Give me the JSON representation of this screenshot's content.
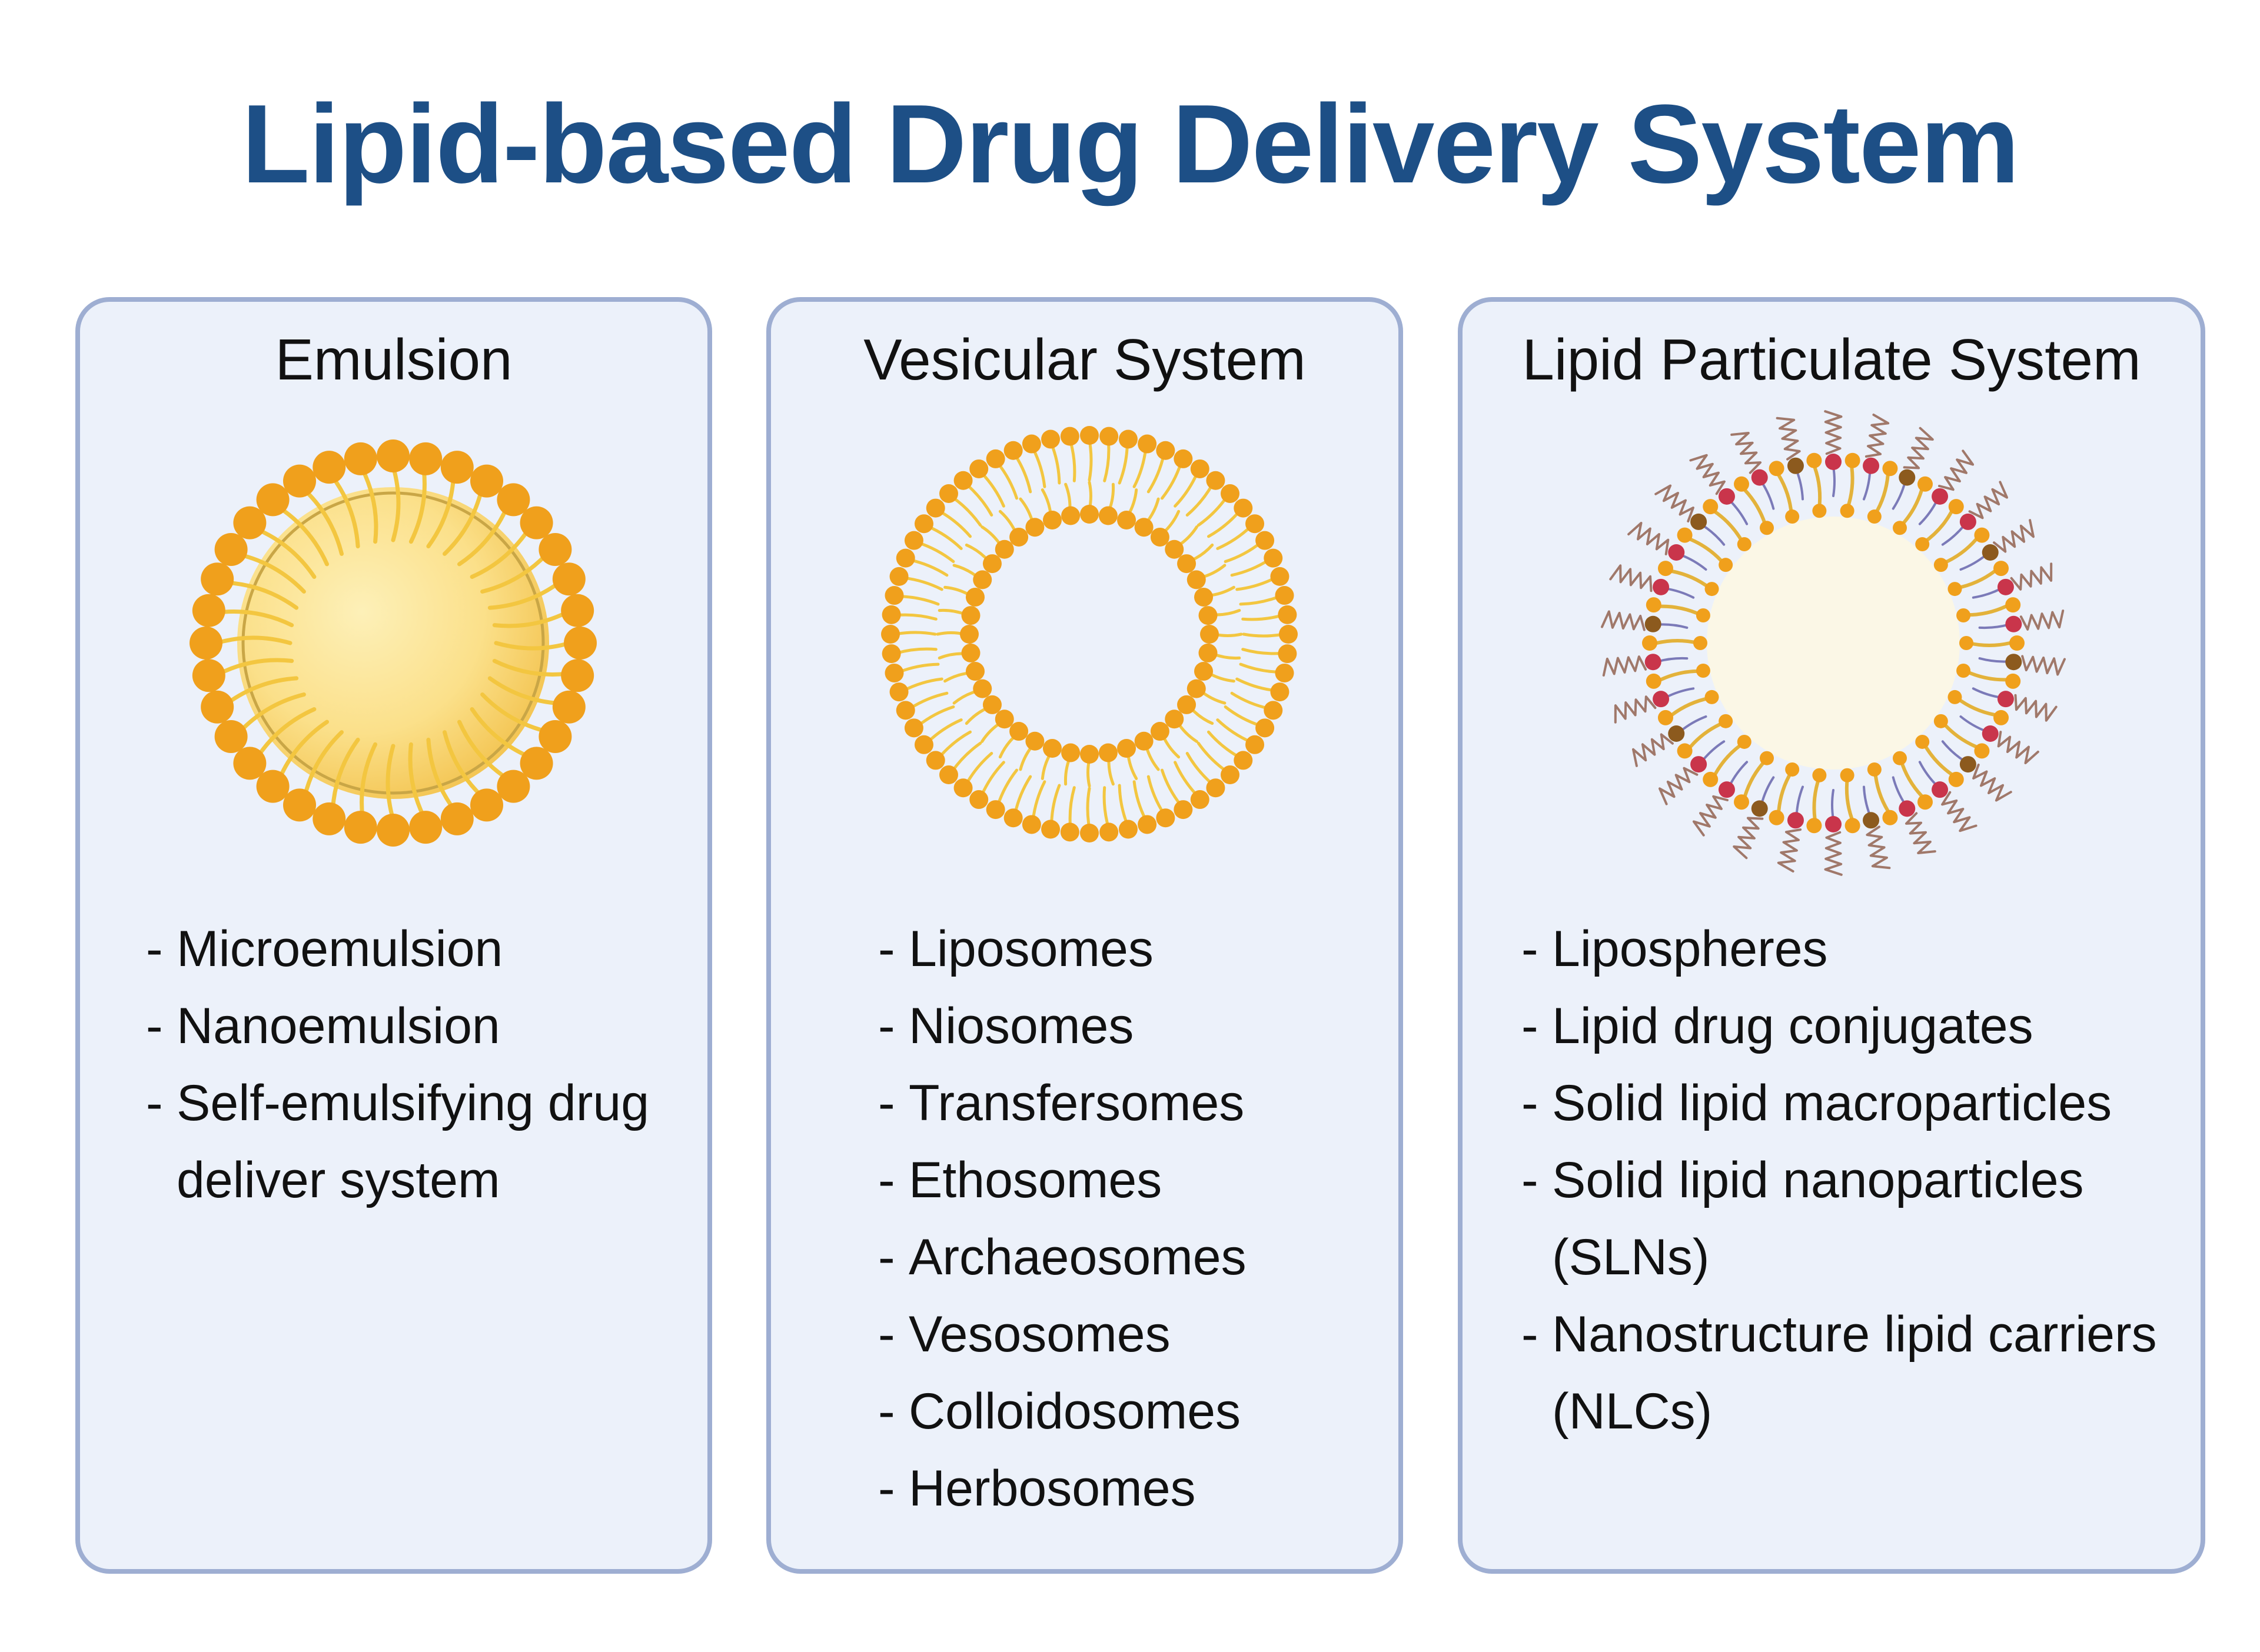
{
  "title": "Lipid-based Drug Delivery System",
  "panels": [
    {
      "heading": "Emulsion",
      "icon": "emulsion-droplet-icon",
      "items": [
        "Microemulsion",
        "Nanoemulsion",
        "Self-emulsifying drug deliver system"
      ]
    },
    {
      "heading": "Vesicular System",
      "icon": "liposome-bilayer-icon",
      "items": [
        "Liposomes",
        "Niosomes",
        "Transfersomes",
        "Ethosomes",
        "Archaeosomes",
        "Vesosomes",
        "Colloidosomes",
        "Herbosomes"
      ]
    },
    {
      "heading": "Lipid Particulate System",
      "icon": "lipid-nanoparticle-icon",
      "items": [
        "Lipospheres",
        "Lipid drug conjugates",
        "Solid lipid macroparticles",
        "Solid lipid nanoparticles (SLNs)",
        "Nanostructure lipid carriers (NLCs)"
      ]
    }
  ],
  "colors": {
    "title": "#1d4f86",
    "panel_fill": "#ecf1fa",
    "panel_border": "#9eaed2",
    "lipid_head": "#f0a01c",
    "lipid_tail": "#f3c640",
    "core": "#fbe08a",
    "accent_red": "#c9354b",
    "accent_brown": "#8c5a1e"
  }
}
